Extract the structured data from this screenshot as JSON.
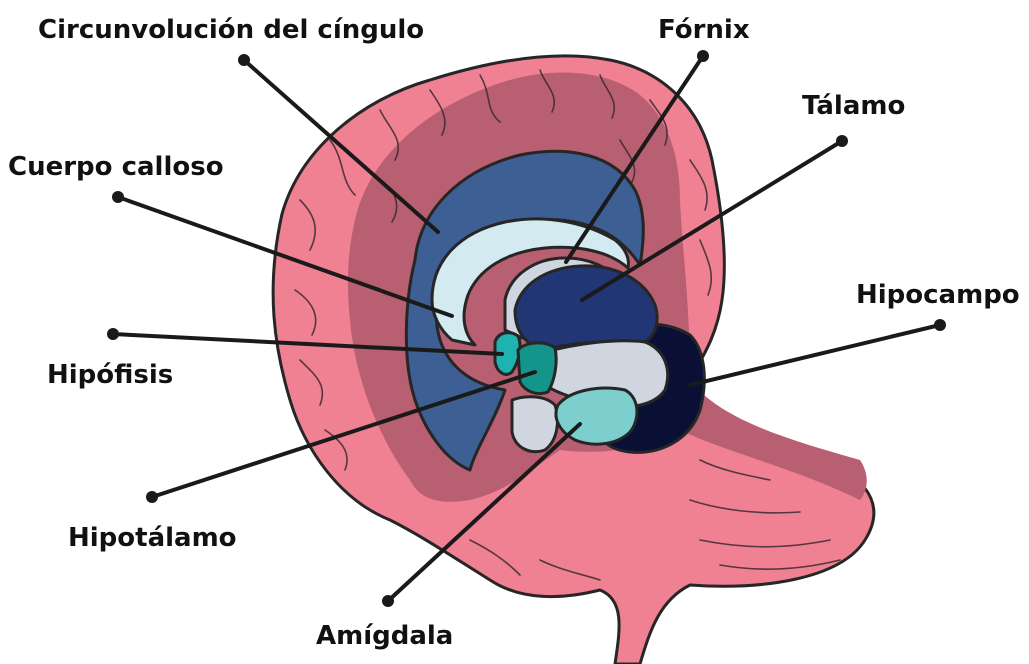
{
  "labels": {
    "cingulate_gyrus": "Circunvolución del cíngulo",
    "fornix": "Fórnix",
    "thalamus": "Tálamo",
    "corpus_callosum": "Cuerpo calloso",
    "hippocampus": "Hipocampo",
    "pituitary": "Hipófisis",
    "hypothalamus": "Hipotálamo",
    "amygdala": "Amígdala"
  },
  "colors": {
    "cortex": "#ef8193",
    "cortex_shade": "#b85f71",
    "cingulate": "#3d5f93",
    "corpus_callosum": "#d2eaf0",
    "fornix": "#cfd6e0",
    "thalamus": "#223574",
    "hippocampus": "#0a1035",
    "pituitary": "#1fb3b0",
    "hypothalamus": "#14958c",
    "amygdala": "#7ccfcd",
    "outline": "#262626"
  }
}
